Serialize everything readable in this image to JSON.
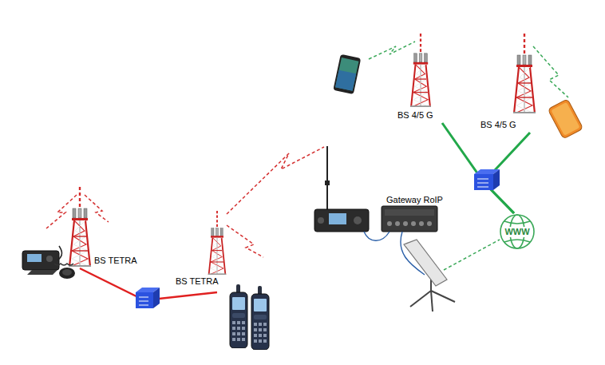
{
  "diagram": {
    "nodes": [
      {
        "text": [
          "BS TETRA"
        ]
      },
      {
        "text": [
          "BS TETRA"
        ]
      },
      {
        "text": [
          "BS 4/5 G"
        ]
      },
      {
        "text": [
          "BS 4/5 G"
        ]
      },
      {
        "text": [
          "Gateway RoIP"
        ]
      },
      {
        "text": [
          "WWW"
        ]
      }
    ],
    "edges": [
      {
        "from": 0,
        "to": 1,
        "arrow": "none"
      },
      {
        "from": 2,
        "to": 5,
        "arrow": "none"
      },
      {
        "from": 3,
        "to": 5,
        "arrow": "none"
      }
    ]
  }
}
